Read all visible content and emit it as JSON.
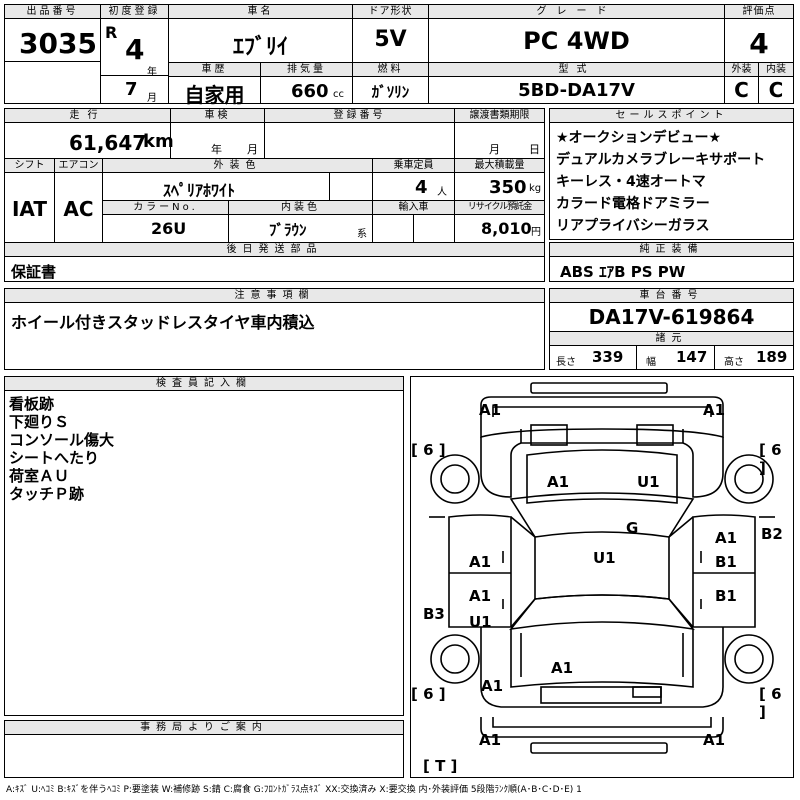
{
  "header": {
    "lot_label": "出品番号",
    "lot_number": "3035",
    "first_reg_label": "初度登録",
    "era": "R",
    "year": "4",
    "year_unit": "年",
    "month": "7",
    "month_unit": "月",
    "car_name_label": "車名",
    "car_name": "ｴﾌﾞﾘｲ",
    "door_label": "ドア形状",
    "door": "5V",
    "grade_label": "グレード",
    "grade": "PC 4WD",
    "score_label": "評価点",
    "score": "4",
    "history_label": "車歴",
    "history": "自家用",
    "displacement_label": "排気量",
    "displacement": "660",
    "displacement_unit": "cc",
    "fuel_label": "燃料",
    "fuel": "ｶﾞｿﾘﾝ",
    "model_label": "型式",
    "model": "5BD-DA17V",
    "exterior_label": "外装",
    "exterior": "C",
    "interior_label": "内装",
    "interior": "C"
  },
  "row2": {
    "mileage_label": "走行",
    "mileage": "61,647",
    "mileage_unit": "km",
    "inspection_label": "車検",
    "inspection_year_unit": "年",
    "inspection_month_unit": "月",
    "registration_label": "登録番号",
    "transfer_label": "譲渡書類期限",
    "transfer_month_unit": "月",
    "transfer_day_unit": "日",
    "shift_label": "シフト",
    "shift": "IAT",
    "ac_label": "エアコン",
    "ac": "AC",
    "color_label": "外装色",
    "color": "ｽﾍﾟﾘｱﾎﾜｲﾄ",
    "capacity_label": "乗車定員",
    "capacity": "4",
    "capacity_unit": "人",
    "load_label": "最大積載量",
    "load": "350",
    "load_unit": "kg",
    "color_no_label": "カラーNo.",
    "color_no": "26U",
    "interior_color_label": "内装色",
    "interior_color": "ﾌﾞﾗｳﾝ",
    "interior_color_unit": "系",
    "import_label": "輸入車",
    "recycle_label": "リサイクル預託金",
    "recycle": "8,010",
    "recycle_unit": "円",
    "later_parts_label": "後日発送部品",
    "later_parts": "保証書"
  },
  "sales_points": {
    "label": "セールスポイント",
    "items": [
      "★オークションデビュー★",
      "デュアルカメラブレーキサポート",
      "キーレス・4速オートマ",
      "カラード電格ドアミラー",
      "リアプライバシーガラス"
    ]
  },
  "equipment": {
    "label": "純正装備",
    "value": "ABS ｴｱB PS PW"
  },
  "notes": {
    "label": "注意事項欄",
    "value": "ホイール付きスタッドレスタイヤ車内積込"
  },
  "chassis": {
    "label": "車台番号",
    "value": "DA17V-619864",
    "dims_label": "諸元",
    "length_label": "長さ",
    "length": "339",
    "width_label": "幅",
    "width": "147",
    "height_label": "高さ",
    "height": "189"
  },
  "inspector": {
    "label": "検査員記入欄",
    "lines": [
      "看板跡",
      "下廻りＳ",
      "コンソール傷大",
      "シートへたり",
      "荷室ＡＵ",
      "タッチＰ跡"
    ]
  },
  "office": {
    "label": "事務局よりご案内"
  },
  "diagram": {
    "marks": {
      "front_left": "A1",
      "front_right": "A1",
      "tire_fl": "[ 6 ]",
      "tire_fr": "[ 6 ]",
      "hood_left": "A1",
      "hood_right": "U1",
      "cowl": "G",
      "roof": "U1",
      "fl_door": "A1",
      "fr_door_a": "A1",
      "fr_door_b": "B1",
      "right_fender": "B2",
      "rl_door_a": "A1",
      "rl_door_u": "U1",
      "rr_door": "B1",
      "left_rear": "B3",
      "rear_center": "A1",
      "rear_left": "A1",
      "tire_rl": "[ 6 ]",
      "tire_rr": "[ 6 ]",
      "rear_bumper_left": "A1",
      "rear_bumper_right": "A1",
      "spare": "[ T ]"
    }
  },
  "legend": "A:ｷｽﾞ U:ﾍｺﾐ B:ｷｽﾞを伴うﾍｺﾐ P:要塗装 W:補修跡 S:錆 C:腐食 G:ﾌﾛﾝﾄｶﾞﾗｽ点ｷｽﾞ XX:交換済み X:要交換 内･外装評価 5段階ﾗﾝｸ順(A･B･C･D･E) 1"
}
